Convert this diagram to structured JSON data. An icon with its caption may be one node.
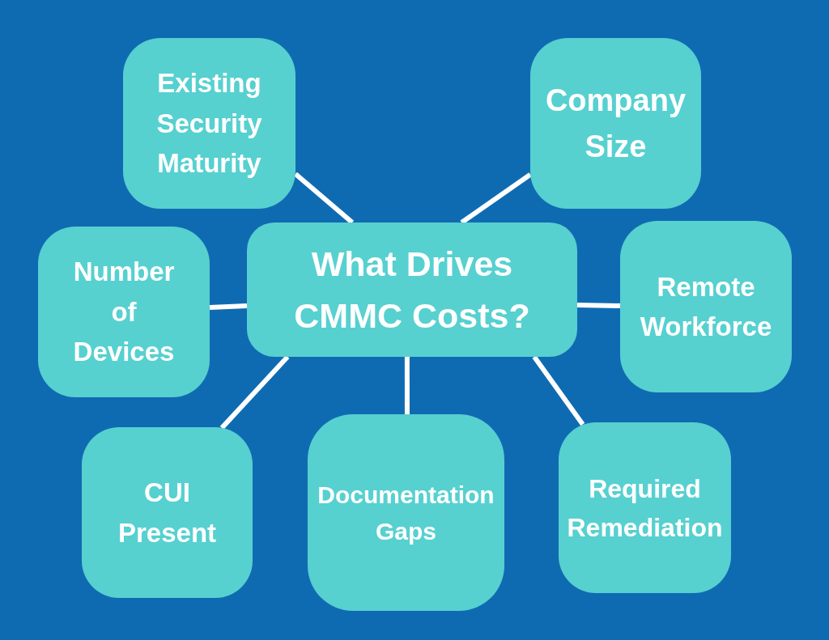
{
  "diagram": {
    "nodes": [
      {
        "text": [
          "Existing Security Maturity"
        ]
      },
      {
        "text": [
          "Company Size"
        ]
      },
      {
        "text": [
          "Number of Devices"
        ]
      },
      {
        "text": [
          "What Drives CMMC Costs?"
        ]
      },
      {
        "text": [
          "Remote Workforce"
        ]
      },
      {
        "text": [
          "CUI Present"
        ]
      },
      {
        "text": [
          "Documentation Gaps"
        ]
      },
      {
        "text": [
          "Required Remediation"
        ]
      }
    ],
    "edges": [
      {
        "from": 3,
        "to": 0,
        "arrow": "none"
      },
      {
        "from": 3,
        "to": 1,
        "arrow": "none"
      },
      {
        "from": 3,
        "to": 2,
        "arrow": "none"
      },
      {
        "from": 3,
        "to": 4,
        "arrow": "none"
      },
      {
        "from": 3,
        "to": 5,
        "arrow": "none"
      },
      {
        "from": 3,
        "to": 6,
        "arrow": "none"
      },
      {
        "from": 3,
        "to": 7,
        "arrow": "none"
      }
    ]
  }
}
